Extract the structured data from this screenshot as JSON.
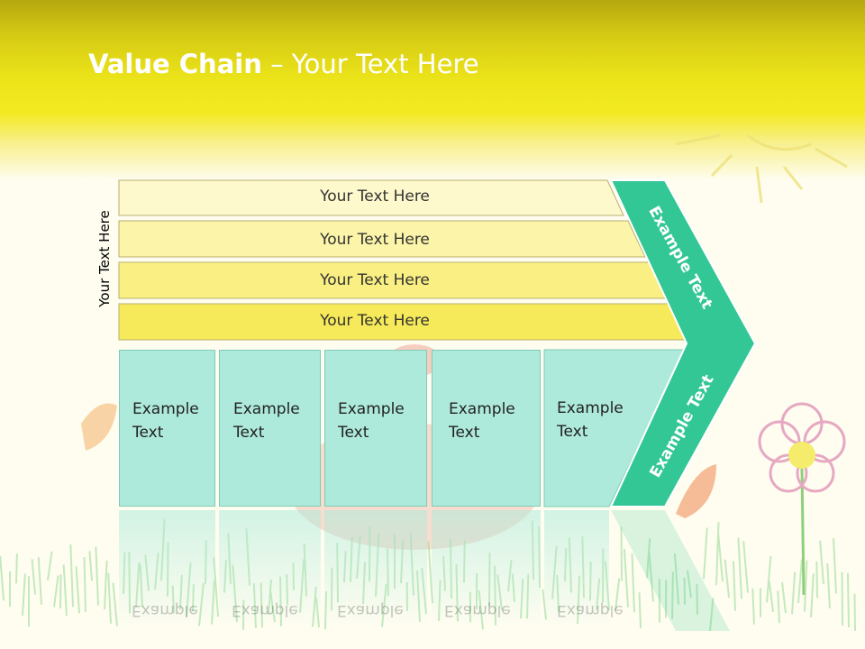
{
  "header": {
    "title_bold": "Value Chain",
    "title_rest": " – Your Text Here"
  },
  "side_label": "Your Text Here",
  "rows": [
    {
      "label": "Your Text Here"
    },
    {
      "label": "Your Text Here"
    },
    {
      "label": "Your Text Here"
    },
    {
      "label": "Your Text Here"
    }
  ],
  "boxes": [
    {
      "line1": "Example",
      "line2": "Text"
    },
    {
      "line1": "Example",
      "line2": "Text"
    },
    {
      "line1": "Example",
      "line2": "Text"
    },
    {
      "line1": "Example",
      "line2": "Text"
    },
    {
      "line1": "Example",
      "line2": "Text"
    }
  ],
  "chevron": {
    "upper": "Example Text",
    "lower": "Example Text"
  },
  "colors": {
    "row_fills": [
      "#fdf9cc",
      "#fbf4a9",
      "#f9ef83",
      "#f7ea5a"
    ],
    "box_fill": "#aeeadb",
    "chevron_fill": "#33c795",
    "header_yellow": "#f3ea22"
  }
}
